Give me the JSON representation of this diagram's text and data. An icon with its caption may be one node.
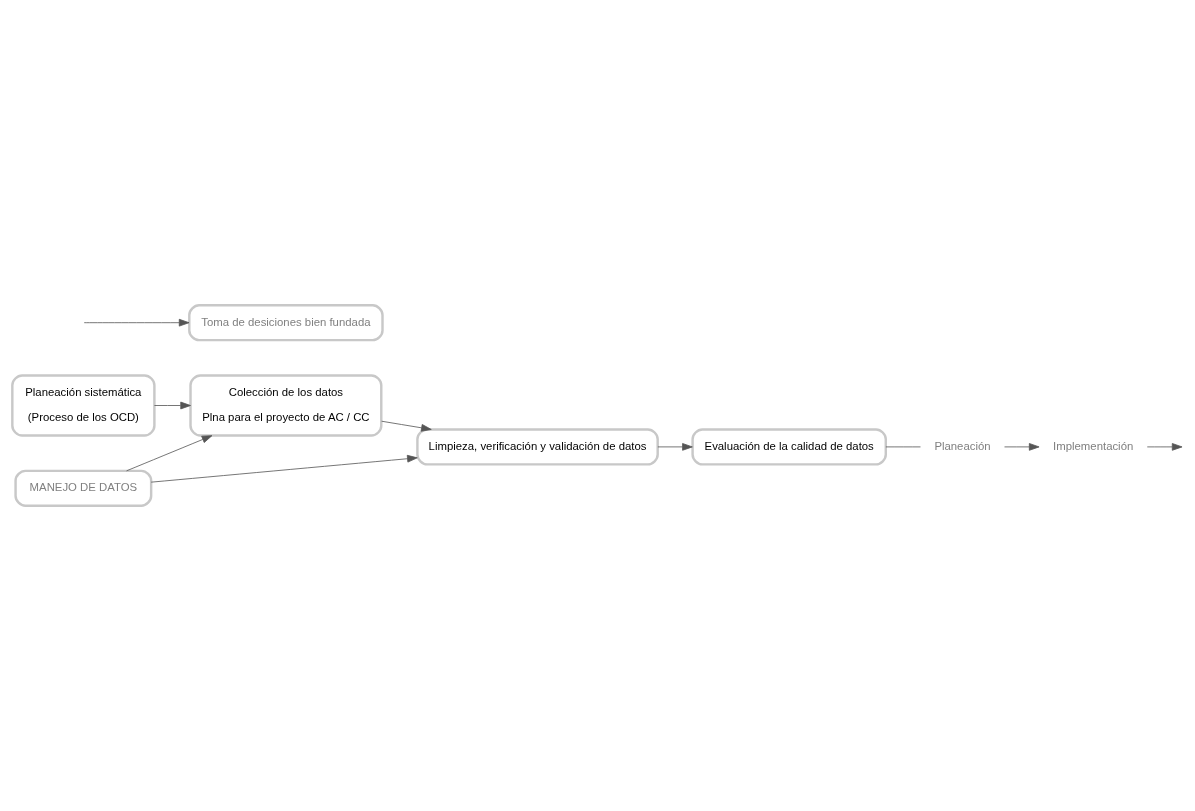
{
  "diagram": {
    "nodes": [
      {
        "text": [
          "MANEJO DE DATOS"
        ]
      },
      {
        "text": [
          "Planeación sistemática",
          "(Proceso de los OCD)"
        ]
      },
      {
        "text": [
          "Colección de los datos",
          "Plna para el proyecto de AC / CC"
        ]
      },
      {
        "text": [
          "Limpieza, verificación y validación de datos"
        ]
      },
      {
        "text": [
          "Evaluación de la calidad de datos"
        ]
      },
      {
        "text": [
          "Implementación"
        ]
      },
      {
        "text": [
          "Planeación"
        ]
      },
      {
        "text": [
          "Toma de desiciones bien fundada"
        ]
      }
    ],
    "edges": [
      {
        "from": 0,
        "to": 2,
        "arrow": "to"
      },
      {
        "from": 0,
        "to": 3,
        "arrow": "to"
      },
      {
        "from": 1,
        "to": 2,
        "arrow": "to"
      },
      {
        "from": 2,
        "to": 3,
        "arrow": "to"
      },
      {
        "from": 3,
        "to": 4,
        "arrow": "to"
      },
      {
        "from": 6,
        "to": 5,
        "arrow": "to"
      },
      {
        "from": 5,
        "to": null,
        "arrow": "to"
      },
      {
        "from": 4,
        "to": 6,
        "arrow": "none"
      },
      {
        "from": null,
        "to": 7,
        "arrow": "to"
      }
    ]
  }
}
